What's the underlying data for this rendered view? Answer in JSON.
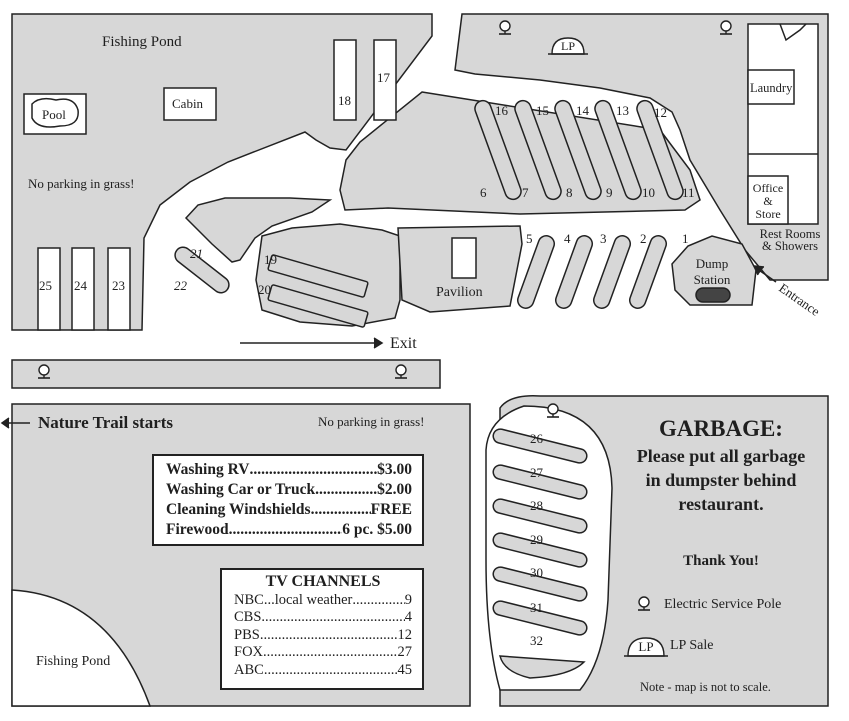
{
  "title": "Camping & Lodging Map",
  "colors": {
    "ground": "#d7d7d7",
    "road": "#ffffff",
    "ink": "#222222"
  },
  "labels": {
    "fishing_pond_top": "Fishing Pond",
    "pool": "Pool",
    "cabin": "Cabin",
    "no_parking_top": "No parking in grass!",
    "pavilion": "Pavilion",
    "dump_station": "Dump Station",
    "laundry": "Laundry",
    "office_store": "Office & Store",
    "restrooms": "Rest Rooms & Showers",
    "entrance": "Entrance",
    "exit": "Exit",
    "nature_trail": "Nature Trail starts",
    "no_parking_bottom": "No parking in grass!",
    "fishing_pond_bottom": "Fishing Pond",
    "lp": "LP"
  },
  "sites": [
    "1",
    "2",
    "3",
    "4",
    "5",
    "6",
    "7",
    "8",
    "9",
    "10",
    "11",
    "12",
    "13",
    "14",
    "15",
    "16",
    "17",
    "18",
    "19",
    "20",
    "21",
    "22",
    "23",
    "24",
    "25",
    "26",
    "27",
    "28",
    "29",
    "30",
    "31",
    "32"
  ],
  "prices": {
    "items": [
      {
        "name": "Washing RV",
        "price": "$3.00"
      },
      {
        "name": "Washing Car or Truck",
        "price": "$2.00"
      },
      {
        "name": "Cleaning Windshields",
        "price": "FREE"
      },
      {
        "name": "Firewood",
        "price": "6 pc. $5.00"
      }
    ]
  },
  "tv": {
    "title": "TV CHANNELS",
    "channels": [
      {
        "name": "NBC...local weather",
        "number": "9"
      },
      {
        "name": "CBS",
        "number": "4"
      },
      {
        "name": "PBS",
        "number": "12"
      },
      {
        "name": "FOX",
        "number": "27"
      },
      {
        "name": "ABC",
        "number": "45"
      }
    ]
  },
  "garbage": {
    "heading": "GARBAGE:",
    "message": "Please put all garbage in dumpster behind restaurant.",
    "thanks": "Thank You!"
  },
  "legend": {
    "electric": "Electric Service Pole",
    "lp_sale": "LP Sale",
    "note": "Note - map is not to scale."
  }
}
